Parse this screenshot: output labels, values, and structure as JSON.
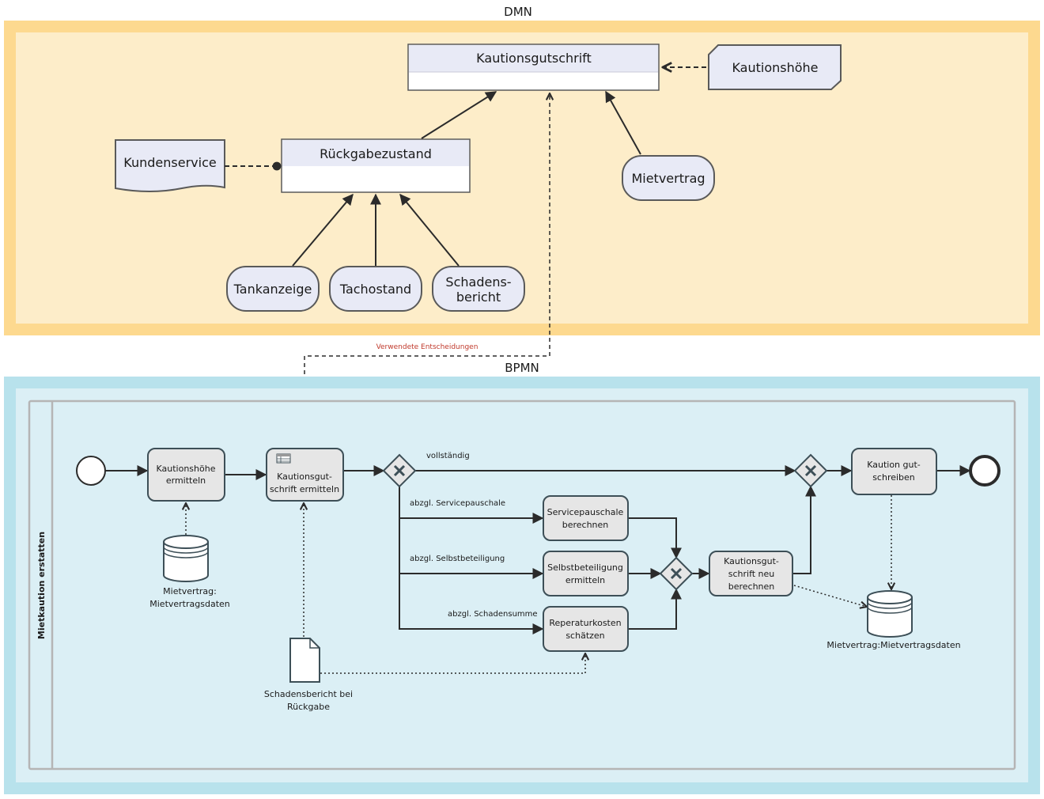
{
  "dmn": {
    "section_label": "DMN",
    "decisions": {
      "kautionsgutschrift": "Kautionsgutschrift",
      "rueckgabezustand": "Rückgabezustand"
    },
    "knowledge_source": "Kundenservice",
    "business_knowledge": "Kautionshöhe",
    "inputs": {
      "mietvertrag": "Mietvertrag",
      "tankanzeige": "Tankanzeige",
      "tachostand": "Tachostand",
      "schadensbericht_1": "Schadens-",
      "schadensbericht_2": "bericht"
    }
  },
  "link_label": "Verwendete Entscheidungen",
  "bpmn": {
    "section_label": "BPMN",
    "lane": "Mietkaution erstatten",
    "tasks": {
      "t1": [
        "Kautionshöhe",
        "ermitteln"
      ],
      "t2": [
        "Kautionsgut-",
        "schrift ermitteln"
      ],
      "t3": [
        "Servicepauschale",
        "berechnen"
      ],
      "t4": [
        "Selbstbeteiligung",
        "ermitteln"
      ],
      "t5": [
        "Reperaturkosten",
        "schätzen"
      ],
      "t6": [
        "Kautionsgut-",
        "schrift neu",
        "berechnen"
      ],
      "t7": [
        "Kaution gut-",
        "schreiben"
      ]
    },
    "flows": {
      "vollstaendig": "vollständig",
      "service": "abzgl. Servicepauschale",
      "selbst": "abzgl. Selbstbeteiligung",
      "schaden": "abzgl. Schadensumme"
    },
    "data_store_1": [
      "Mietvertrag:",
      "Mietvertragsdaten"
    ],
    "data_store_2": "Mietvertrag:Mietvertragsdaten",
    "data_object": [
      "Schadensbericht bei",
      "Rückgabe"
    ]
  },
  "colors": {
    "dmn_outer": "#fdd98f",
    "dmn_inner": "#fdedc9",
    "bpmn_outer": "#b8e2ec",
    "bpmn_inner": "#dbeff5",
    "node_fill": "#e8eaf6",
    "task_fill": "#e6e6e6",
    "stroke": "#3d4f57",
    "link_label": "#c0392b"
  }
}
